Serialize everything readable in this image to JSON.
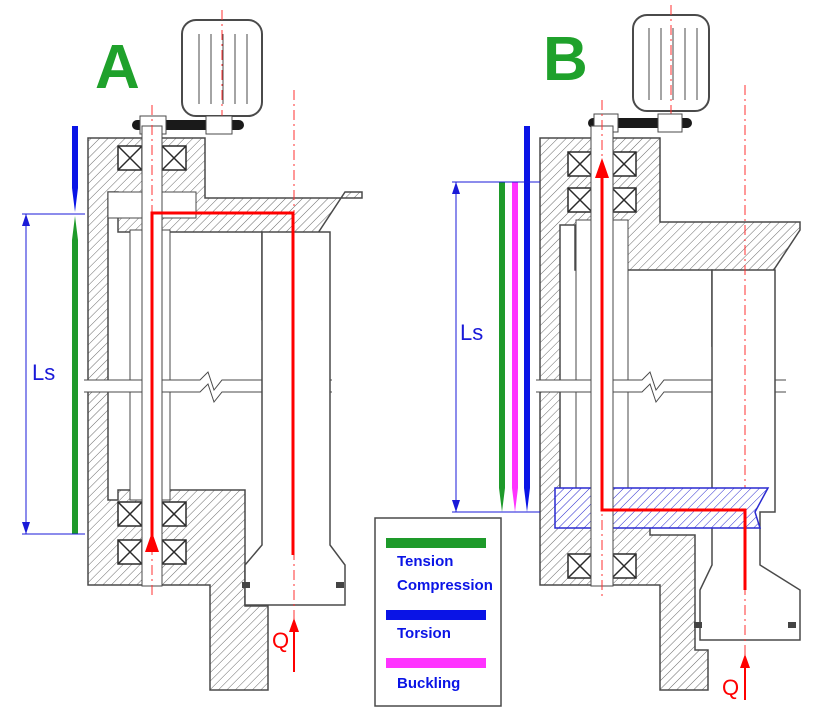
{
  "panels": {
    "a": {
      "label": "A",
      "span_label": "Ls",
      "load_label": "Q"
    },
    "b": {
      "label": "B",
      "span_label": "Ls",
      "load_label": "Q"
    }
  },
  "legend": {
    "items": [
      {
        "label": "Tension",
        "color": "#1e9a2a"
      },
      {
        "label": "Compression",
        "color": "#1e9a2a"
      },
      {
        "label": "Torsion",
        "color": "#0a14e6"
      },
      {
        "label": "Buckling",
        "color": "#ff33ff"
      }
    ]
  },
  "colors": {
    "label_green": "#1fa12b",
    "tension_green": "#1e9a2a",
    "torsion_blue": "#0a14e6",
    "buckling_magenta": "#ff33ff",
    "load_path_red": "#ff0000",
    "dimension_blue": "#1a1ad8",
    "outline": "#4a4a4a"
  }
}
